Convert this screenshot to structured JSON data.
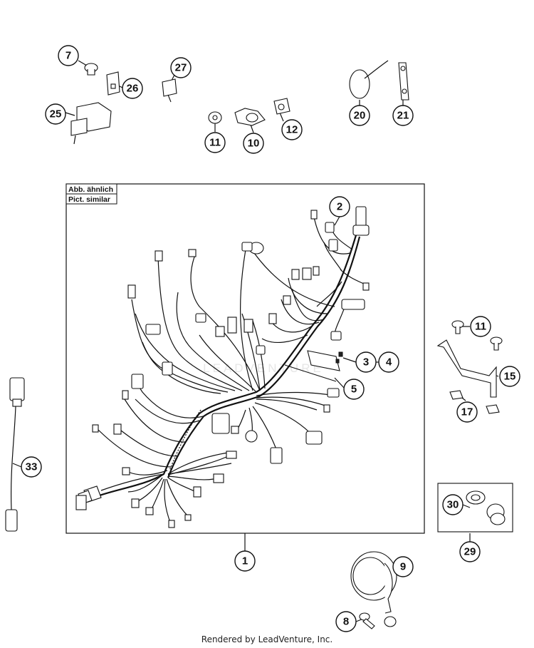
{
  "box_labels": {
    "line1": "Abb. ähnlich",
    "line2": "Pict. similar"
  },
  "watermark": "LEADVENTURE",
  "footer": "Rendered by LeadVenture, Inc.",
  "callouts": [
    {
      "id": "c7",
      "label": "7"
    },
    {
      "id": "c26",
      "label": "26"
    },
    {
      "id": "c27",
      "label": "27"
    },
    {
      "id": "c25",
      "label": "25"
    },
    {
      "id": "c11a",
      "label": "11"
    },
    {
      "id": "c10",
      "label": "10"
    },
    {
      "id": "c12",
      "label": "12"
    },
    {
      "id": "c20",
      "label": "20"
    },
    {
      "id": "c21",
      "label": "21"
    },
    {
      "id": "c2",
      "label": "2"
    },
    {
      "id": "c3",
      "label": "3"
    },
    {
      "id": "c4",
      "label": "4"
    },
    {
      "id": "c5",
      "label": "5"
    },
    {
      "id": "c11b",
      "label": "11"
    },
    {
      "id": "c15",
      "label": "15"
    },
    {
      "id": "c17",
      "label": "17"
    },
    {
      "id": "c33",
      "label": "33"
    },
    {
      "id": "c30",
      "label": "30"
    },
    {
      "id": "c29",
      "label": "29"
    },
    {
      "id": "c1",
      "label": "1"
    },
    {
      "id": "c9",
      "label": "9"
    },
    {
      "id": "c8",
      "label": "8"
    }
  ]
}
